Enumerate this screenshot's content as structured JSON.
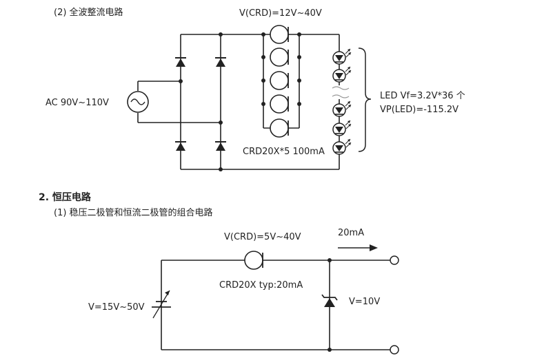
{
  "section1": {
    "subtitle": "(2) 全波整流电路",
    "vcrd_label": "V(CRD)=12V~40V",
    "ac_label": "AC 90V~110V",
    "crd_label": "CRD20X*5 100mA",
    "led_label_1": "LED Vf=3.2V*36 个",
    "led_label_2": "VP(LED)=-115.2V"
  },
  "section2": {
    "heading": "2.  恒压电路",
    "subtitle": "(1) 稳压二极管和恒流二极管的组合电路",
    "vcrd_label": "V(CRD)=5V~40V",
    "current_label": "20mA",
    "crd_label": "CRD20X typ:20mA",
    "vin_label": "V=15V~50V",
    "vout_label": "V=10V"
  }
}
